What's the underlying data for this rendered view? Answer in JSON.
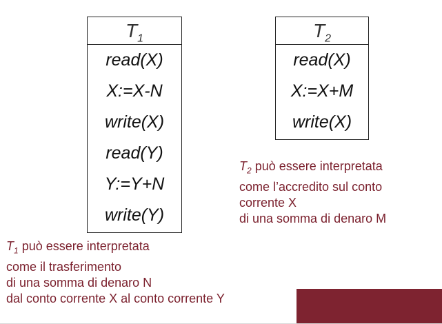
{
  "t1": {
    "name": "T",
    "sub": "1",
    "ops": [
      "read(X)",
      "X:=X-N",
      "write(X)",
      "read(Y)",
      "Y:=Y+N",
      "write(Y)"
    ]
  },
  "t2": {
    "name": "T",
    "sub": "2",
    "ops": [
      "read(X)",
      "X:=X+M",
      "write(X)"
    ]
  },
  "note_t2": {
    "lead_name": "T",
    "lead_sub": "2",
    "line1_rest": " può essere interpretata",
    "line2": "come l’accredito sul conto",
    "line3": "corrente X",
    "line4": "di una somma di denaro M"
  },
  "note_t1": {
    "lead_name": "T",
    "lead_sub": "1",
    "line1_rest": " può essere interpretata",
    "line2": "come il trasferimento",
    "line3": "di una somma di denaro N",
    "line4": "dal conto corrente X al conto corrente Y"
  },
  "colors": {
    "accent": "#7e2330",
    "note_text": "#7a1f2c"
  }
}
